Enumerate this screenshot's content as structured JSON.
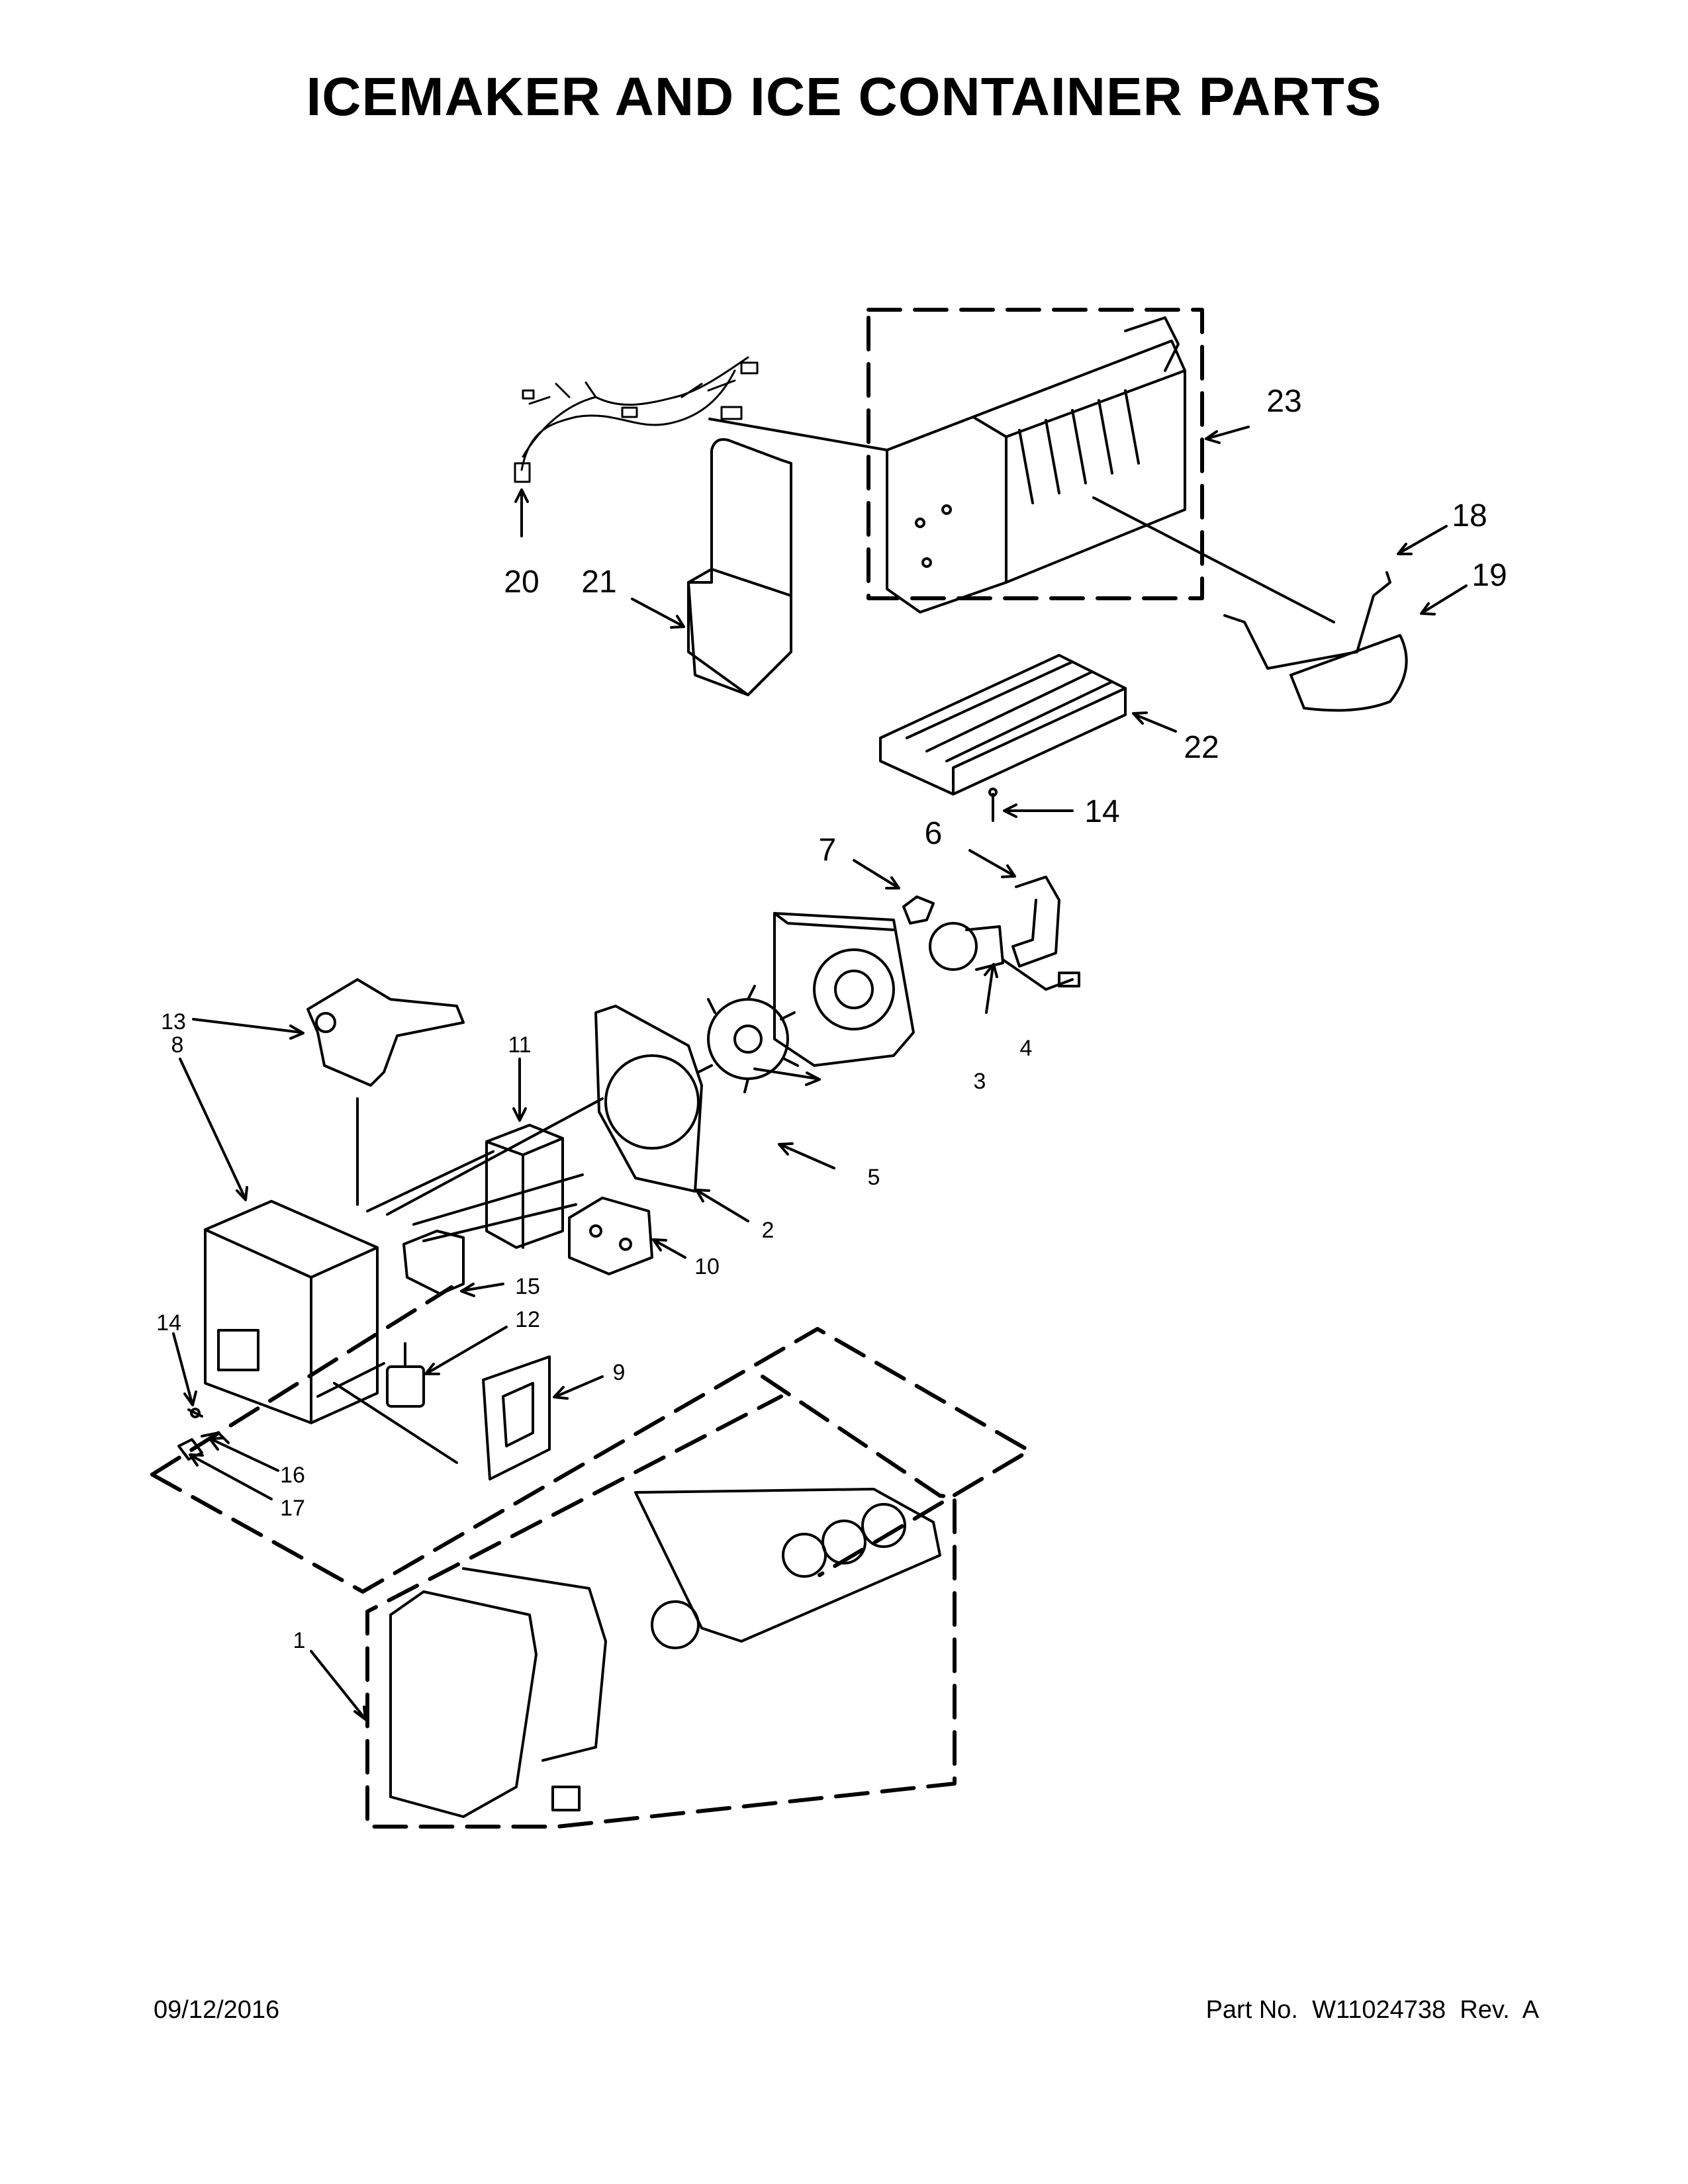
{
  "title": "ICEMAKER AND ICE CONTAINER PARTS",
  "footer": {
    "date": "09/12/2016",
    "part_number": "Part No.  W11024738  Rev.  A"
  },
  "callouts": {
    "c1": "1",
    "c2": "2",
    "c3": "3",
    "c4": "4",
    "c5": "5",
    "c6": "6",
    "c7": "7",
    "c8": "8",
    "c9": "9",
    "c10": "10",
    "c11": "11",
    "c12": "12",
    "c13": "13",
    "c14_upper": "14",
    "c14_lower": "14",
    "c15": "15",
    "c16": "16",
    "c17": "17",
    "c18": "18",
    "c19": "19",
    "c20": "20",
    "c21": "21",
    "c22": "22",
    "c23": "23"
  }
}
